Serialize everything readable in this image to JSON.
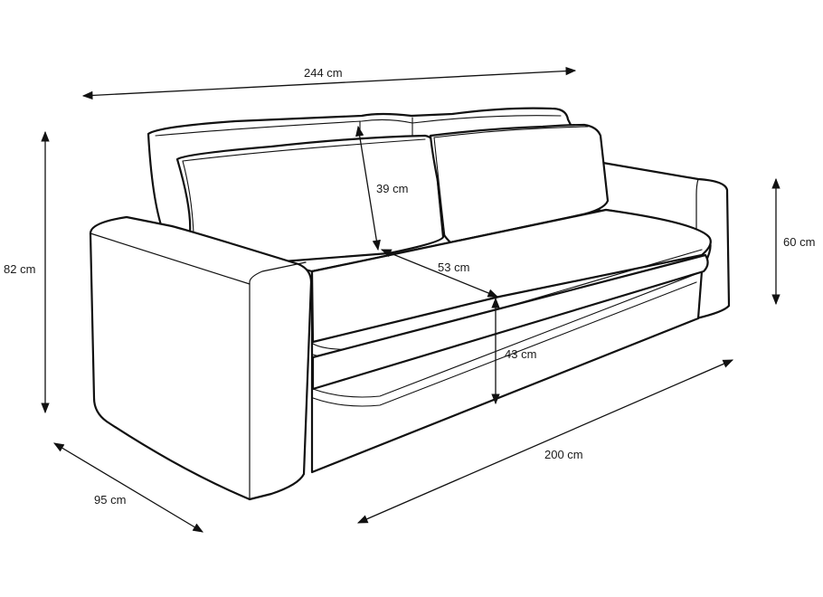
{
  "dimensions": {
    "overall_width": "244 cm",
    "back_height": "39 cm",
    "seat_depth": "53 cm",
    "seat_height": "43 cm",
    "total_height": "82 cm",
    "armrest_height": "60 cm",
    "seat_width": "200 cm",
    "depth": "95 cm"
  },
  "colors": {
    "line": "#111111",
    "background": "#ffffff"
  }
}
